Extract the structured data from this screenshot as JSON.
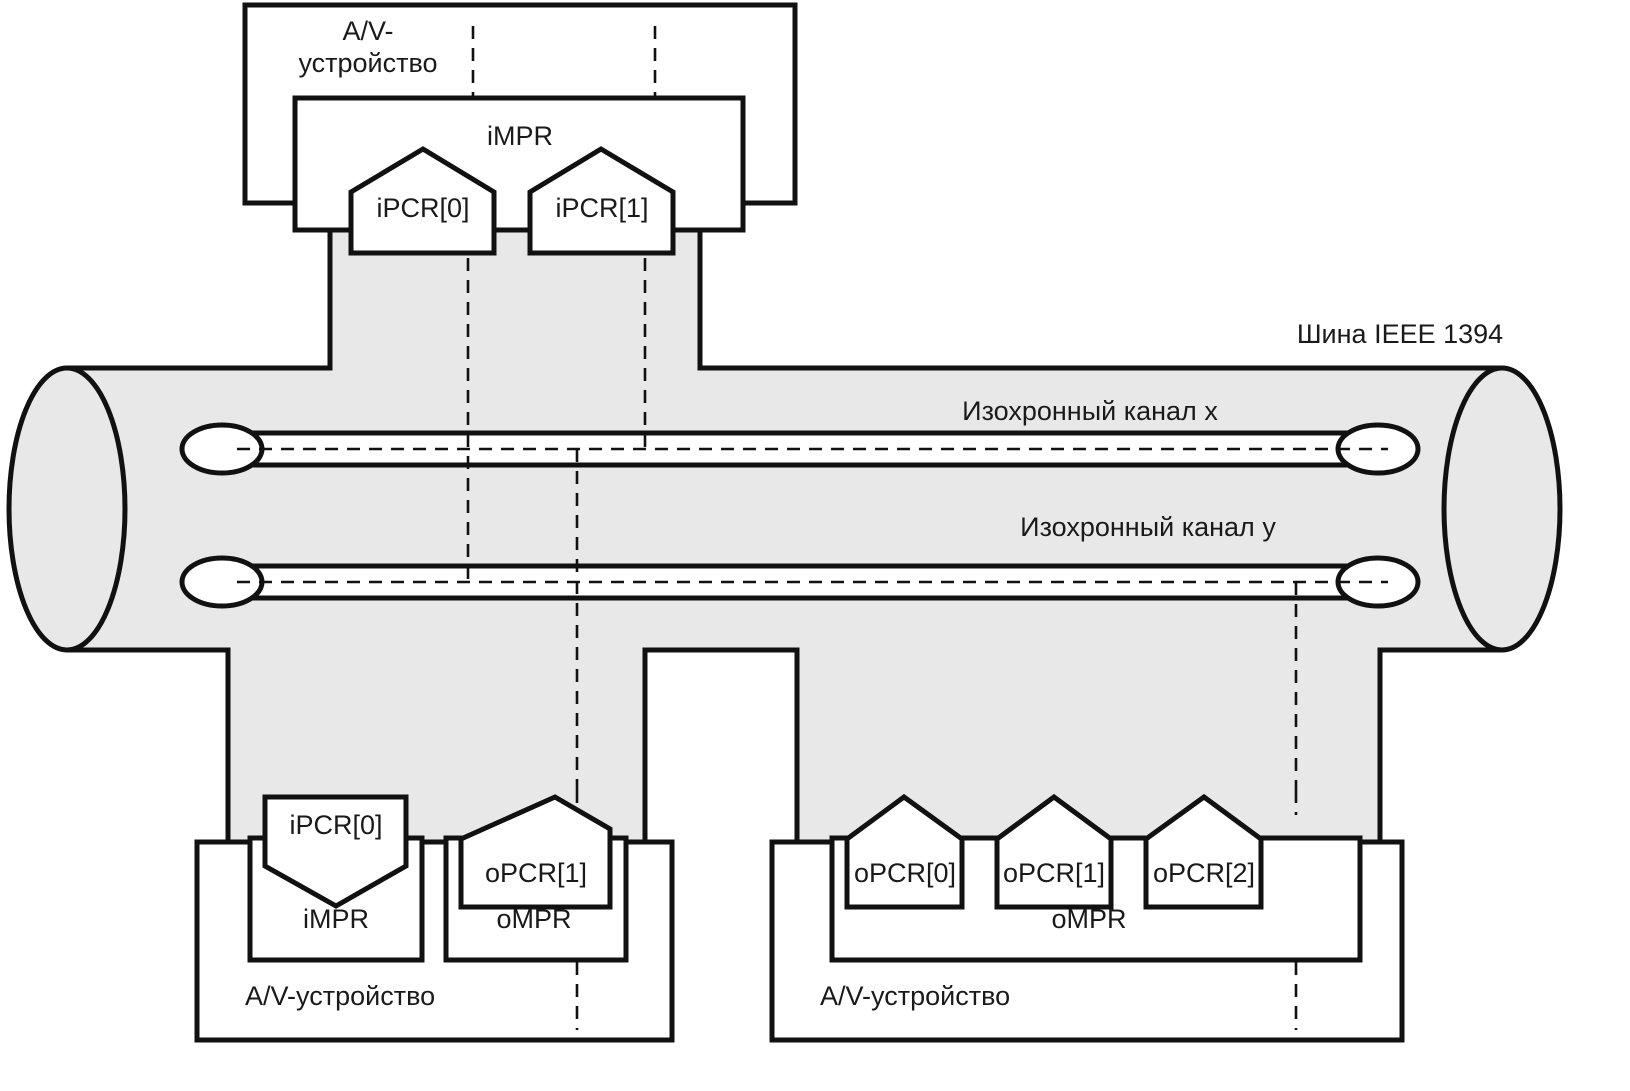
{
  "colors": {
    "bus_fill": "#e8e8e8",
    "box_fill": "#ffffff",
    "stroke": "#111111"
  },
  "bus": {
    "label": "Шина IEEE 1394",
    "channels": [
      {
        "id": "x",
        "label": "Изохронный канал x"
      },
      {
        "id": "y",
        "label": "Изохронный канал y"
      }
    ]
  },
  "top_device": {
    "label_line1": "A/V-",
    "label_line2": "устройство",
    "mpr_label": "iMPR",
    "plugs": [
      {
        "label": "iPCR[0]",
        "direction": "input"
      },
      {
        "label": "iPCR[1]",
        "direction": "input"
      }
    ]
  },
  "bottom_left_device": {
    "label": "A/V-устройство",
    "input_mpr_label": "iMPR",
    "output_mpr_label": "oMPR",
    "input_plug": {
      "label": "iPCR[0]",
      "direction": "input"
    },
    "output_plug": {
      "label": "oPCR[1]",
      "direction": "output"
    }
  },
  "bottom_right_device": {
    "label": "A/V-устройство",
    "mpr_label": "oMPR",
    "plugs": [
      {
        "label": "oPCR[0]",
        "direction": "output"
      },
      {
        "label": "oPCR[1]",
        "direction": "output"
      },
      {
        "label": "oPCR[2]",
        "direction": "output"
      }
    ]
  }
}
